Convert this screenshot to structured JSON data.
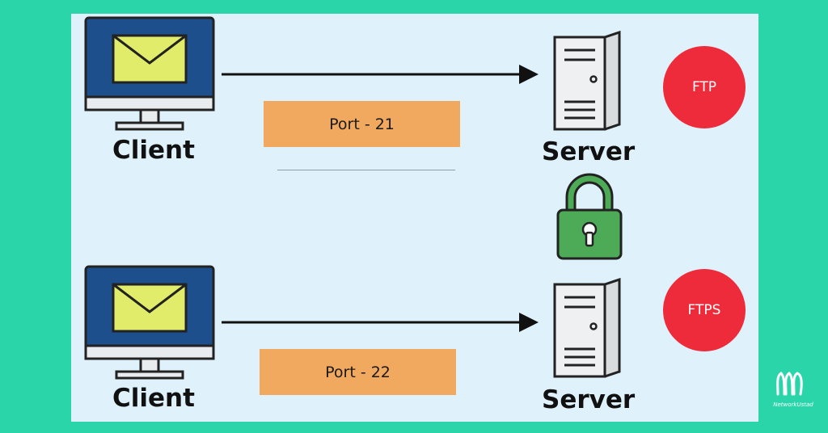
{
  "rows": [
    {
      "client_label": "Client",
      "server_label": "Server",
      "port_label": "Port - 21",
      "protocol": "FTP"
    },
    {
      "client_label": "Client",
      "server_label": "Server",
      "port_label": "Port - 22",
      "protocol": "FTPS"
    }
  ],
  "watermark": {
    "text": "NetworkUstad"
  },
  "colors": {
    "background": "#2ad6a9",
    "panel": "#dff1fb",
    "monitor": "#1c4f8c",
    "envelope": "#e1ed6a",
    "port_box": "#f1a85f",
    "badge": "#ee2b3b",
    "lock": "#4daa57"
  },
  "icons": [
    "monitor-envelope-icon",
    "server-tower-icon",
    "padlock-icon",
    "logo-icon"
  ]
}
